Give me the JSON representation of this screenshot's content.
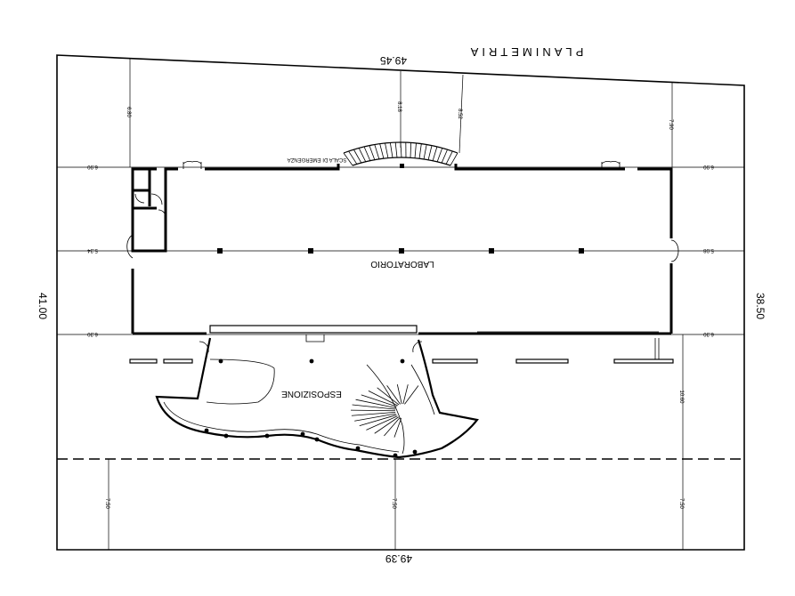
{
  "plan": {
    "title": "PLANIMETRIA",
    "rooms": {
      "laboratorio": "LABORATORIO",
      "esposizione": "ESPOSIZIONE"
    },
    "dimensions": {
      "top_width": "49.45",
      "bottom_width": "49.39",
      "left_height": "41.00",
      "right_height": "38.50",
      "top_setback_center": "8.18",
      "top_setback_right": "8.52",
      "top_setback_left": "6.80",
      "top_setback_far_right": "7.90",
      "band_top_left": "6.90",
      "band_top_right": "6.90",
      "band_mid_left": "5.34",
      "band_mid_right": "5.08",
      "band_low_left": "6.30",
      "band_low_right": "6.30",
      "front_depth": "10.60",
      "bottom_left": "7.50",
      "bottom_center": "7.50",
      "bottom_right": "7.50",
      "stair_note": "SCALA DI EMERGENZA"
    }
  }
}
